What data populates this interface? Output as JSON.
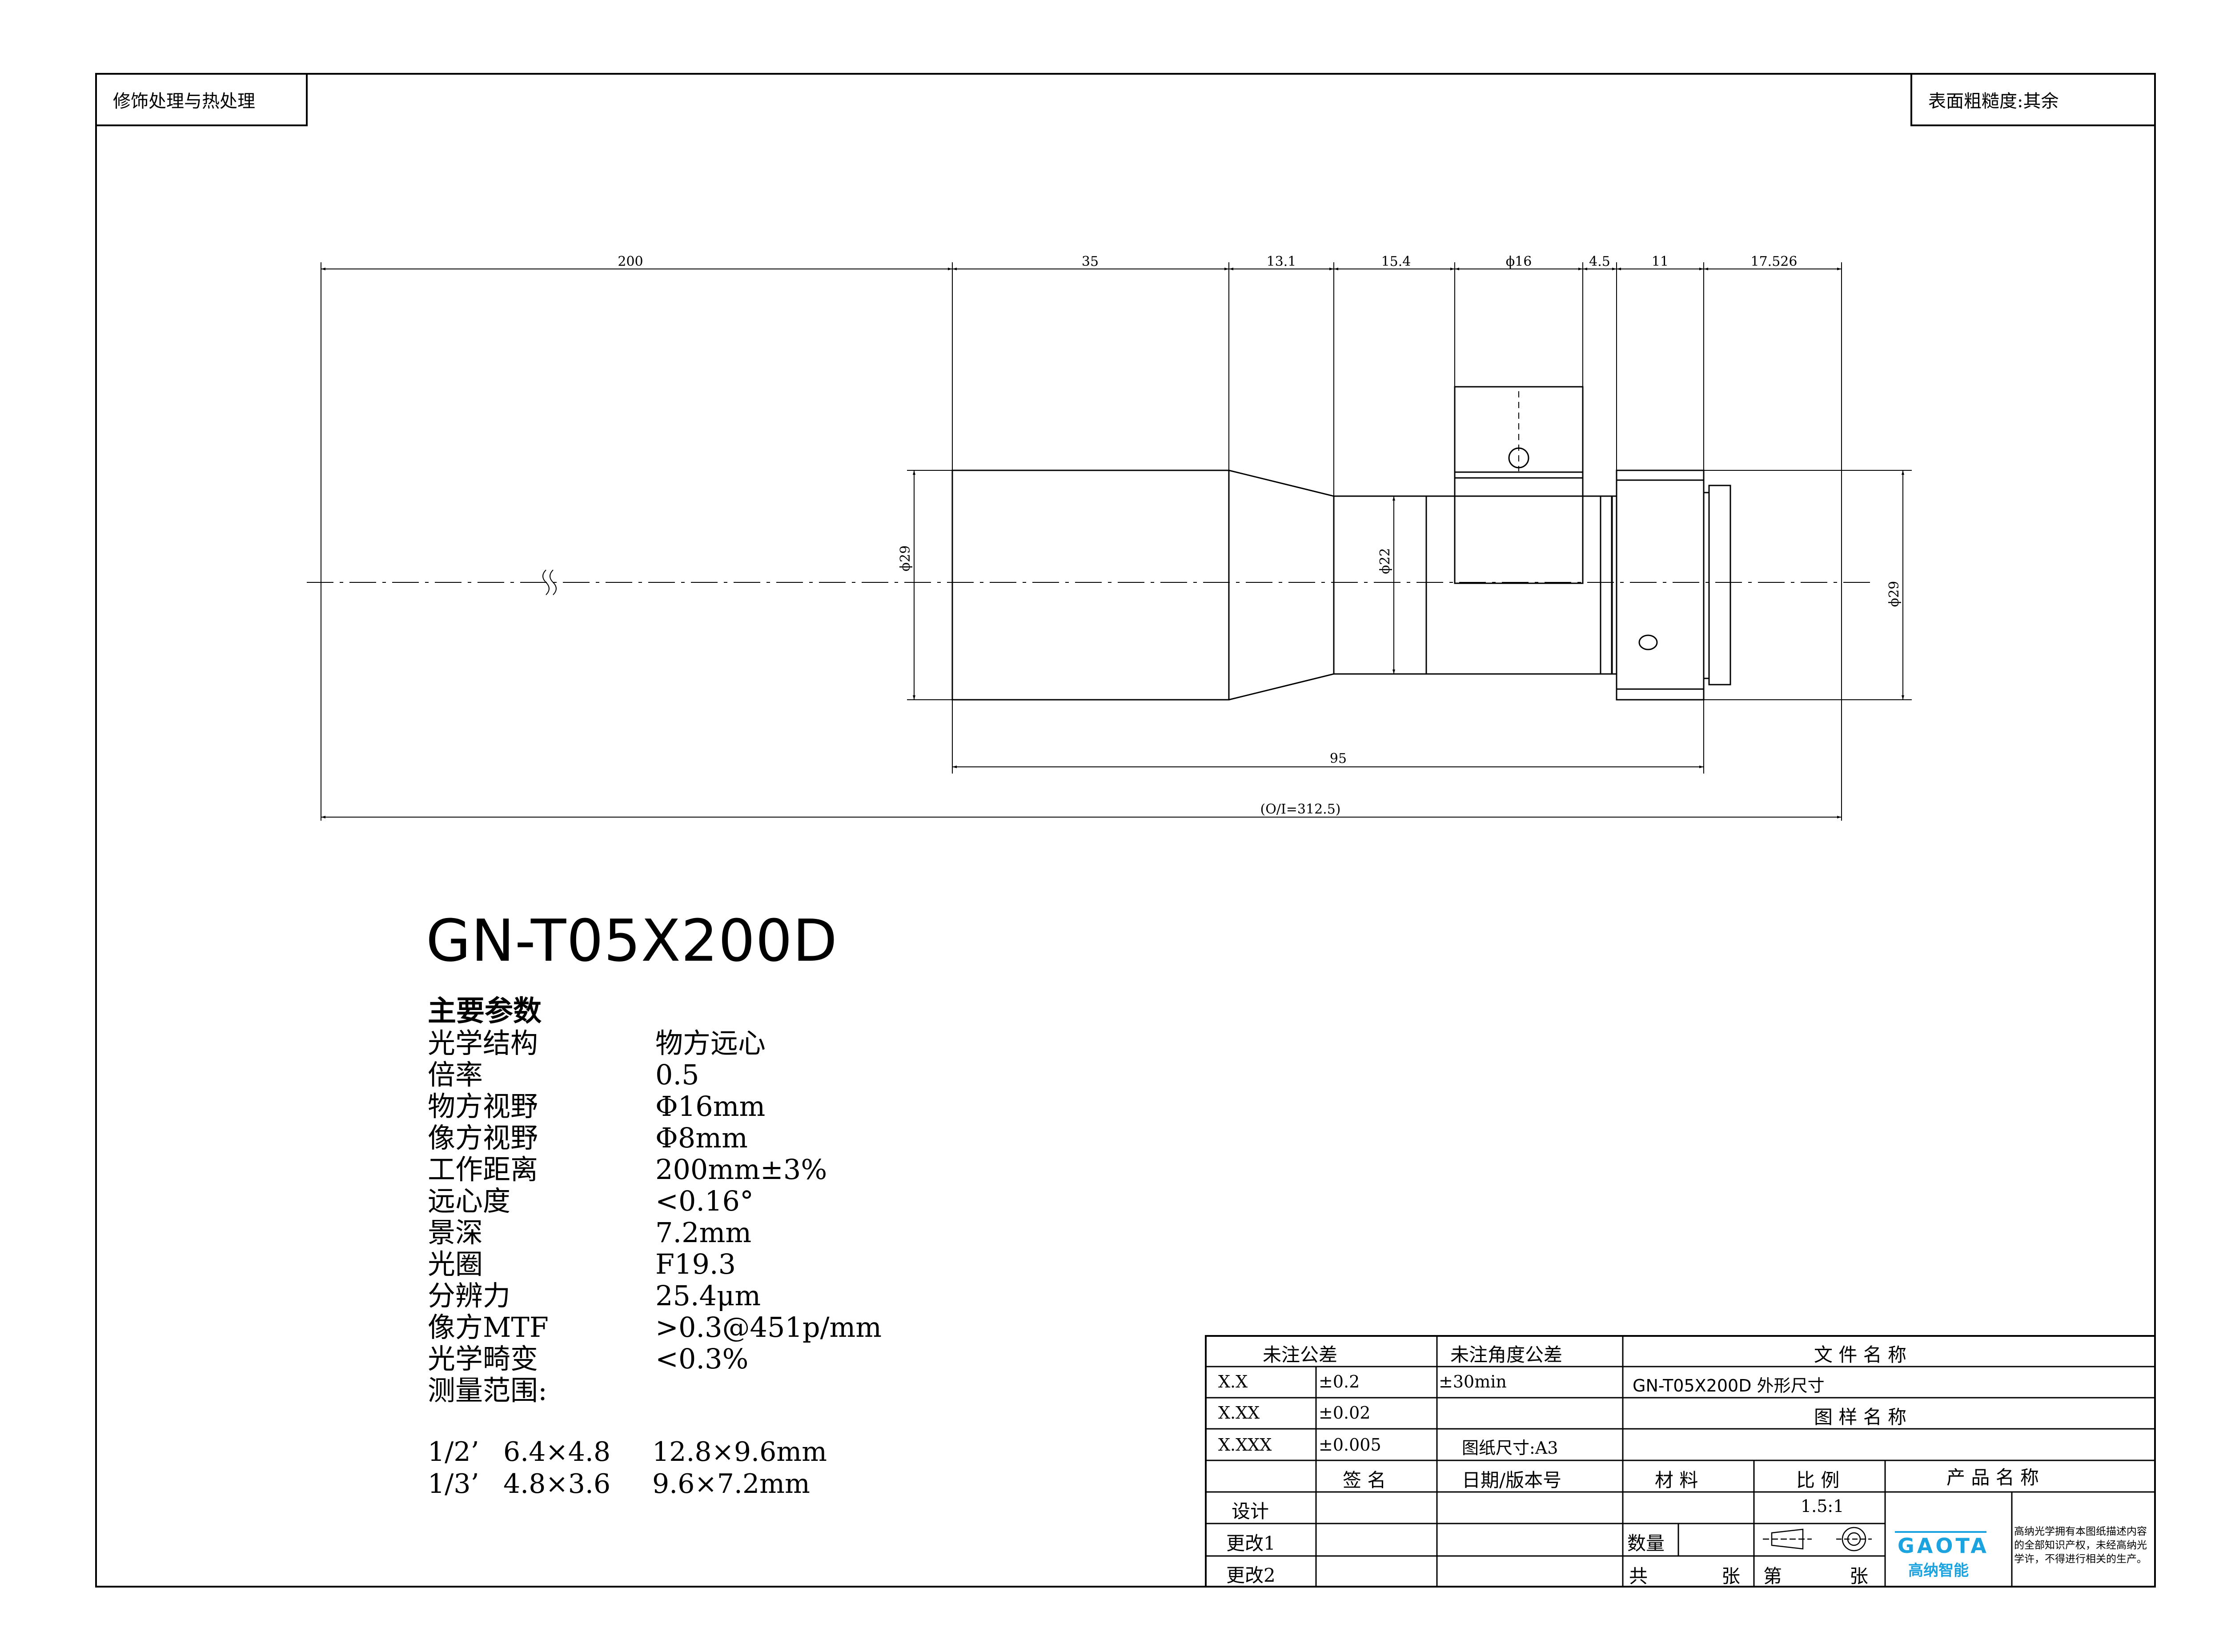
{
  "corners": {
    "top_left": "修饰处理与热处理",
    "top_right": "表面粗糙度:其余"
  },
  "dimensions": {
    "d200": "200",
    "d35": "35",
    "d13": "13.1",
    "d15": "15.4",
    "d16": "ϕ16",
    "d4": "4.5",
    "d11": "11",
    "d17": "17.526",
    "dia29_left": "ϕ29",
    "dia22": "ϕ22",
    "dia29_right": "ϕ29",
    "d95": "95",
    "total": "(O/I=312.5)"
  },
  "title": "GN-T05X200D",
  "params": {
    "heading": "主要参数",
    "rows": [
      {
        "k": "光学结构",
        "v": "物方远心"
      },
      {
        "k": "倍率",
        "v": "0.5"
      },
      {
        "k": "物方视野",
        "v": "Φ16mm"
      },
      {
        "k": "像方视野",
        "v": "Φ8mm"
      },
      {
        "k": "工作距离",
        "v": "200mm±3%"
      },
      {
        "k": "远心度",
        "v": "<0.16°"
      },
      {
        "k": "景深",
        "v": "7.2mm"
      },
      {
        "k": "光圈",
        "v": "F19.3"
      },
      {
        "k": "分辨力",
        "v": "25.4μm"
      },
      {
        "k": "像方MTF",
        "v": ">0.3@451p/mm"
      },
      {
        "k": "光学畸变",
        "v": "<0.3%"
      },
      {
        "k": "测量范围:",
        "v": ""
      }
    ],
    "ranges": [
      {
        "a": "1/2’",
        "b": "6.4×4.8",
        "c": "12.8×9.6mm"
      },
      {
        "a": "1/3’",
        "b": "4.8×3.6",
        "c": "9.6×7.2mm"
      }
    ]
  },
  "titleblock": {
    "tol_head": "未注公差",
    "ang_head": "未注角度公差",
    "file_name_head": "文 件 名 称",
    "tol_rows": [
      {
        "grade": "X.X",
        "value": "±0.2"
      },
      {
        "grade": "X.XX",
        "value": "±0.02"
      },
      {
        "grade": "X.XXX",
        "value": "±0.005"
      }
    ],
    "ang_value": "±30min",
    "file_name": "GN-T05X200D 外形尺寸",
    "drawing_name_head": "图 样 名 称",
    "paper_size": "图纸尺寸:A3",
    "sign": "签 名",
    "date_version": "日期/版本号",
    "material": "材 料",
    "scale_head": "比 例",
    "product_name_head": "产 品 名 称",
    "design": "设计",
    "scale_value": "1.5:1",
    "change1": "更改1",
    "change2": "更改2",
    "quantity": "数量",
    "total_sheets": "共",
    "sheet_unit": "张",
    "sheet_no": "第",
    "sheet_unit2": "张",
    "logo": "GAOTA",
    "logo_cn": "高纳智能",
    "notice": "高纳光学拥有本图纸描述内容的全部知识产权，未经高纳光学许，不得进行相关的生产。"
  }
}
